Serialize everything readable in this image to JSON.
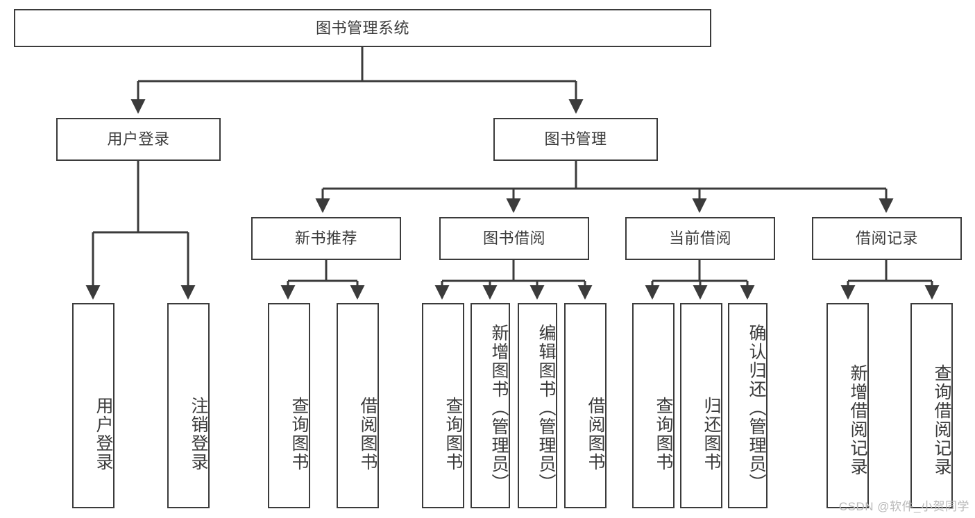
{
  "diagram": {
    "title": "图书管理系统",
    "watermark": "CSDN @软件_小贺同学",
    "colors": {
      "stroke": "#3b3b3b",
      "fill": "#ffffff",
      "background": "#ffffff",
      "watermark": "#b9b9b9"
    },
    "levels": {
      "root": {
        "label": "图书管理系统"
      },
      "level2": [
        {
          "label": "用户登录"
        },
        {
          "label": "图书管理"
        }
      ],
      "level3": [
        {
          "label": "新书推荐"
        },
        {
          "label": "图书借阅"
        },
        {
          "label": "当前借阅"
        },
        {
          "label": "借阅记录"
        }
      ],
      "leaves": [
        {
          "label": "用户登录",
          "parent": "用户登录"
        },
        {
          "label": "注销登录",
          "parent": "用户登录"
        },
        {
          "label": "查询图书",
          "parent": "新书推荐"
        },
        {
          "label": "借阅图书",
          "parent": "新书推荐"
        },
        {
          "label": "查询图书",
          "parent": "图书借阅"
        },
        {
          "label": "新增图书（管理员）",
          "parent": "图书借阅"
        },
        {
          "label": "编辑图书（管理员）",
          "parent": "图书借阅"
        },
        {
          "label": "借阅图书",
          "parent": "图书借阅"
        },
        {
          "label": "查询图书",
          "parent": "当前借阅"
        },
        {
          "label": "归还图书",
          "parent": "当前借阅"
        },
        {
          "label": "确认归还（管理员）",
          "parent": "当前借阅"
        },
        {
          "label": "新增借阅记录",
          "parent": "借阅记录"
        },
        {
          "label": "查询借阅记录",
          "parent": "借阅记录"
        }
      ]
    }
  }
}
